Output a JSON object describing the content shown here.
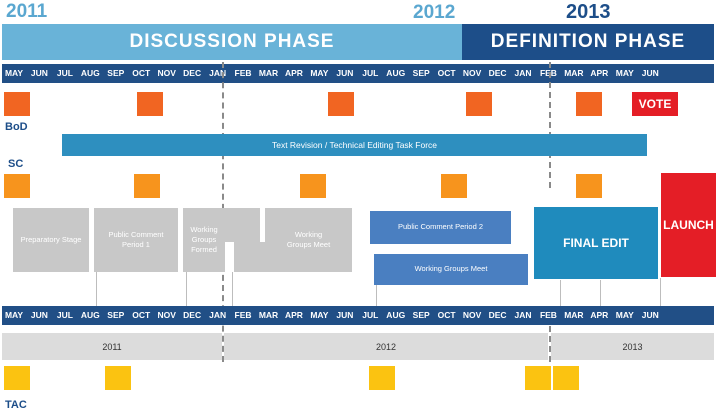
{
  "years": {
    "y2011": "2011",
    "y2012": "2012",
    "y2013": "2013"
  },
  "phases": {
    "discussion": "DISCUSSION PHASE",
    "definition": "DEFINITION PHASE"
  },
  "months": [
    "MAY",
    "JUN",
    "JUL",
    "AUG",
    "SEP",
    "OCT",
    "NOV",
    "DEC",
    "JAN",
    "FEB",
    "MAR",
    "APR",
    "MAY",
    "JUN",
    "JUL",
    "AUG",
    "SEP",
    "OCT",
    "NOV",
    "DEC",
    "JAN",
    "FEB",
    "MAR",
    "APR",
    "MAY",
    "JUN"
  ],
  "rows": {
    "bod": "BoD",
    "sc": "SC",
    "tac": "TAC"
  },
  "vote": "VOTE",
  "taskforce": "Text Revision / Technical Editing Task Force",
  "boxes": {
    "preparatory": "Preparatory Stage",
    "public1": "Public Comment Period 1",
    "formed": "Working Groups Formed",
    "meet1": "Working Groups Meet",
    "public2": "Public Comment Period 2",
    "meet2": "Working Groups Meet",
    "final_edit": "FINAL EDIT",
    "launch": "LAUNCH"
  },
  "bottom_years": {
    "y2011": "2011",
    "y2012": "2012",
    "y2013": "2013"
  },
  "colors": {
    "navy": "#214f86",
    "light_blue": "#69b3d8",
    "mid_blue": "#2e8fbf",
    "orange": "#f16522",
    "amber": "#f7941d",
    "yellow": "#fbc311",
    "red": "#e41e26",
    "steel_blue": "#4a7fc1",
    "teal": "#1f8bbd"
  }
}
